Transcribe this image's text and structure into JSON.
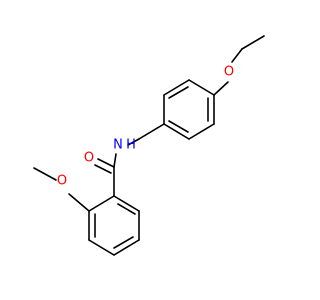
{
  "molecule": {
    "atoms": {
      "o_ether": {
        "symbol": "O"
      },
      "o_carbonyl": {
        "symbol": "O"
      },
      "n_amide": {
        "symbol": "N",
        "hydrogen": "H"
      },
      "o_methoxy": {
        "symbol": "O"
      }
    }
  },
  "colors": {
    "bond": "#000000",
    "oxygen": "#ff0000",
    "nitrogen": "#0000ff",
    "background": "#ffffff"
  }
}
